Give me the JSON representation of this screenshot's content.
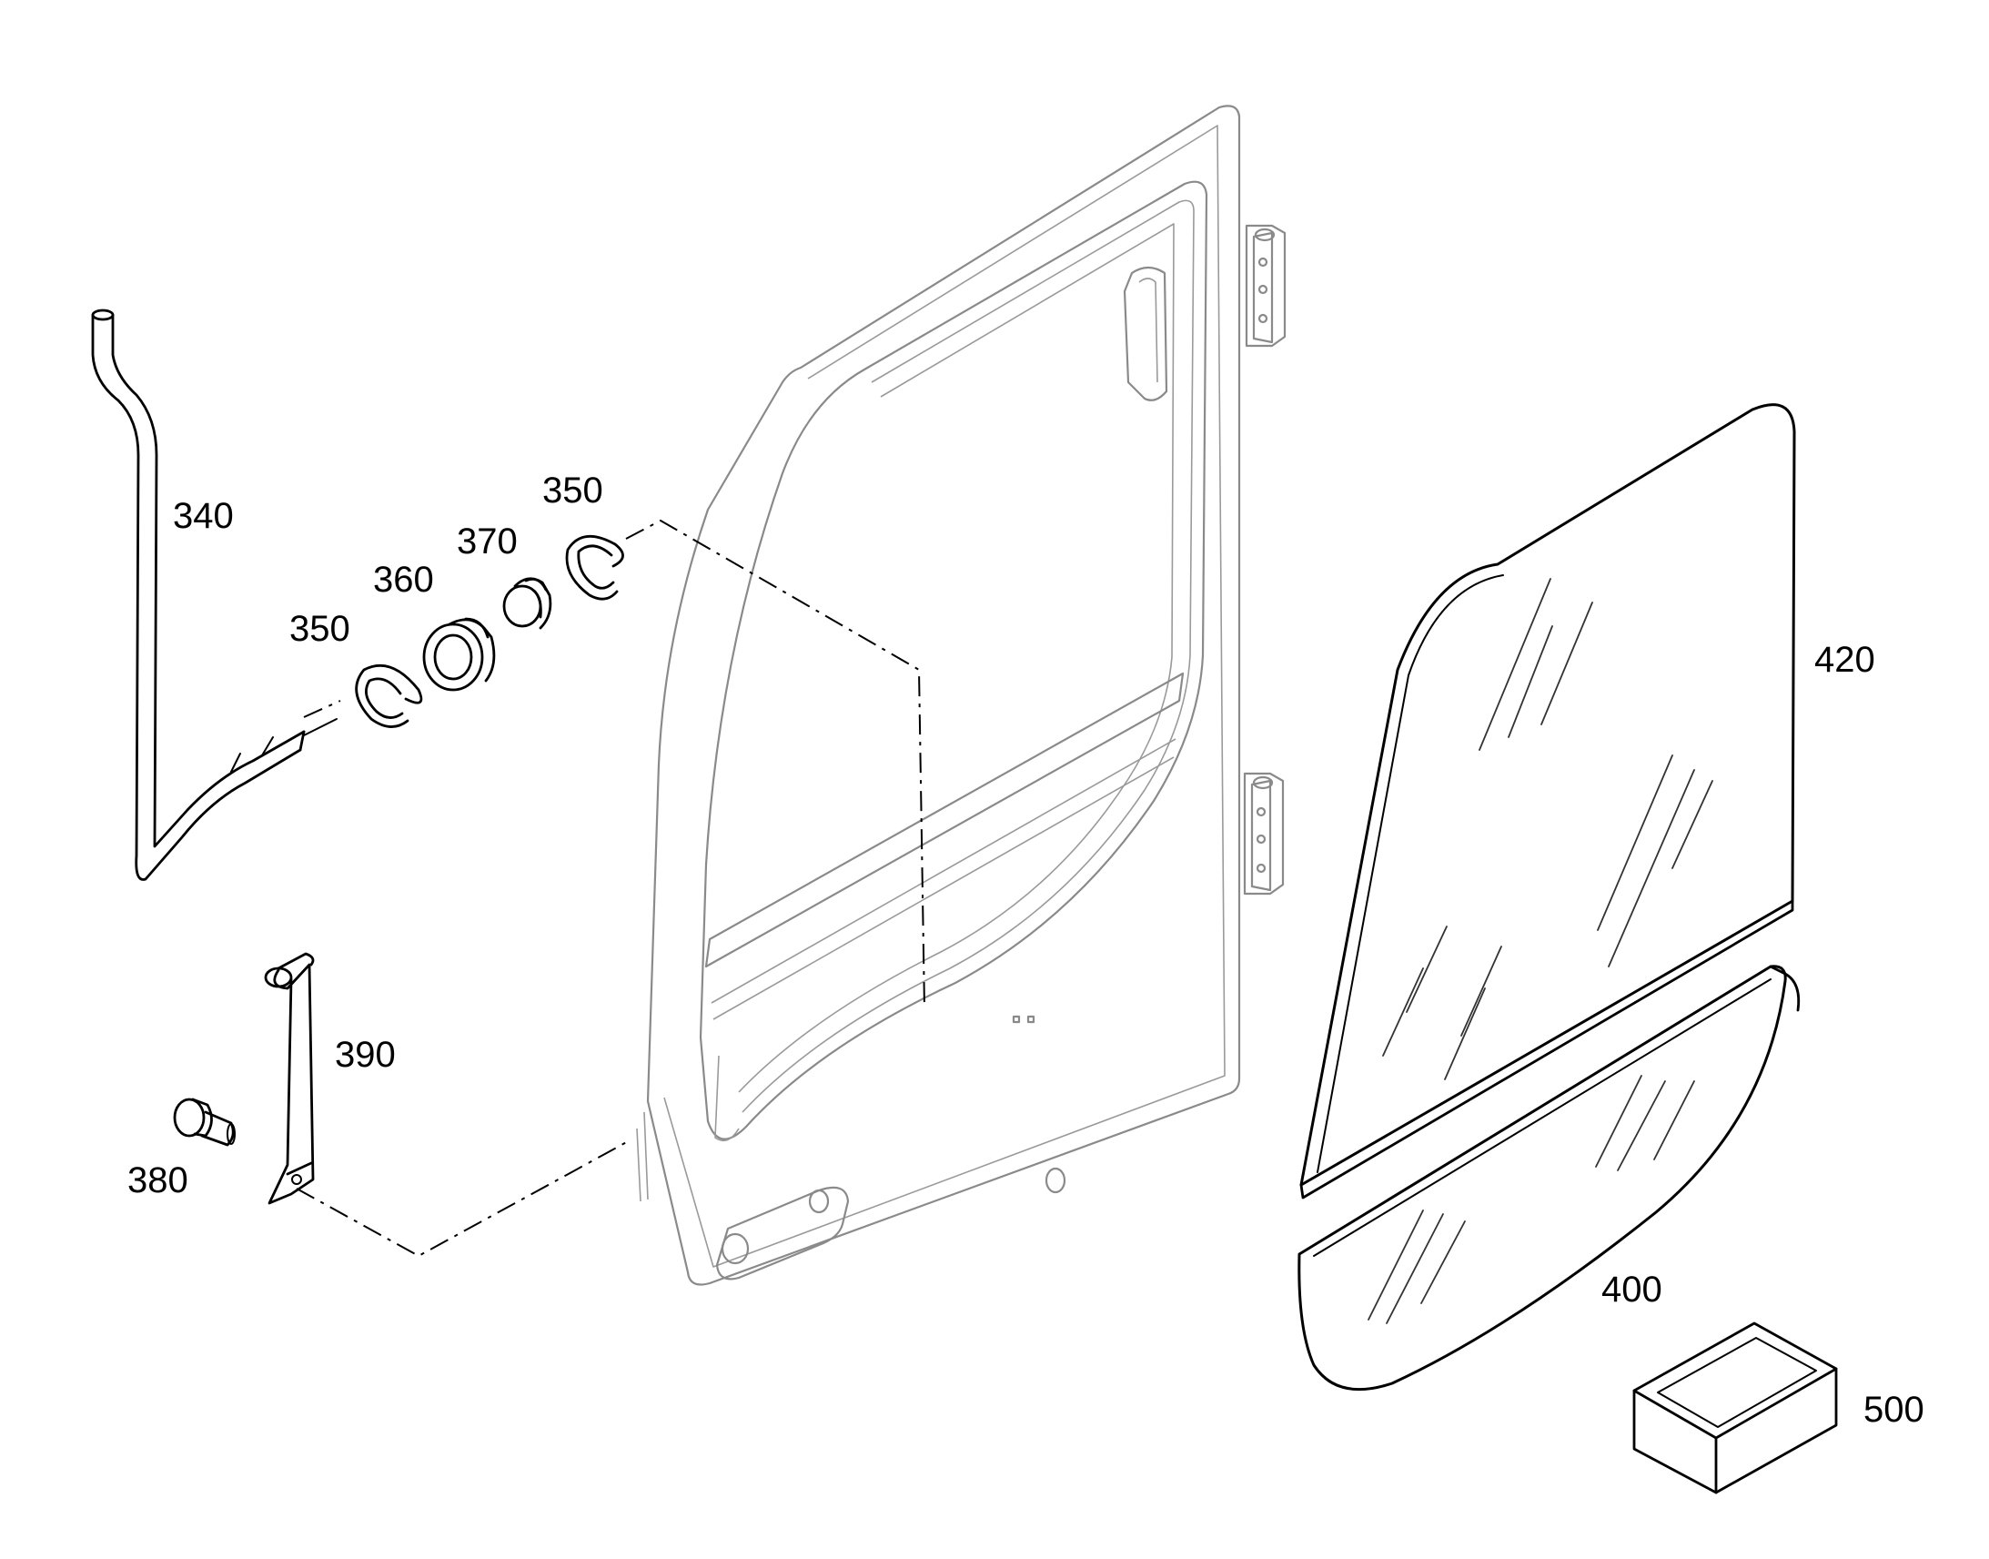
{
  "callouts": {
    "p340": "340",
    "p350a": "350",
    "p350b": "350",
    "p360": "360",
    "p370": "370",
    "p380": "380",
    "p390": "390",
    "p400": "400",
    "p420": "420",
    "p500": "500"
  }
}
